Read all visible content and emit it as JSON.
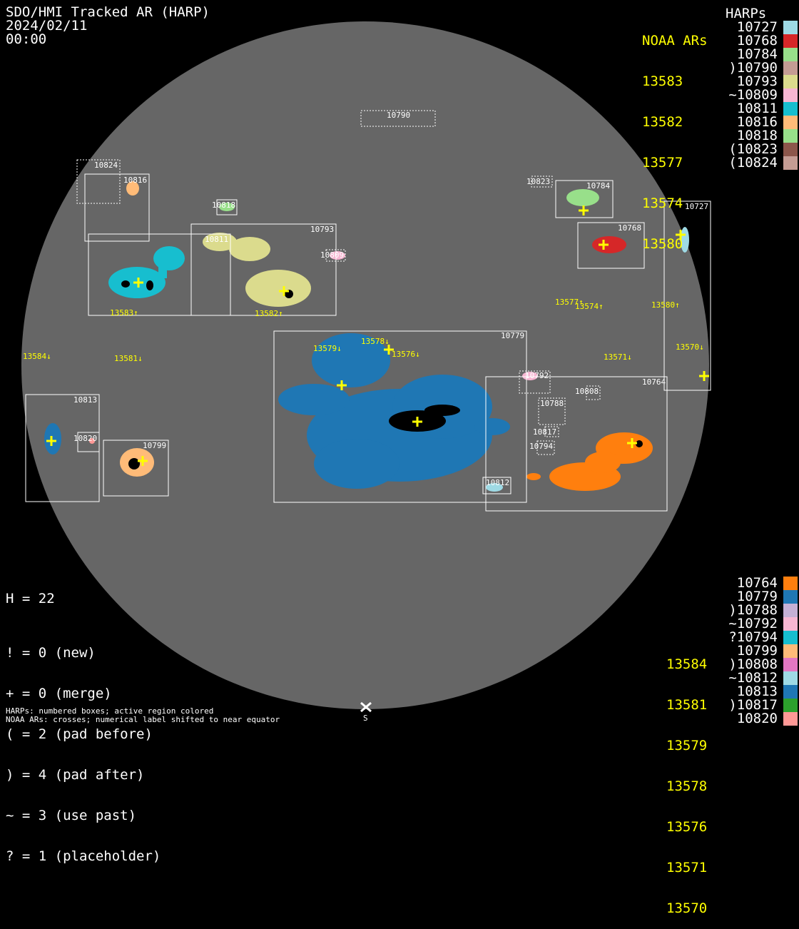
{
  "header": {
    "title": "SDO/HMI Tracked AR (HARP)",
    "date": "2024/02/11",
    "time": "00:00"
  },
  "top_legend": {
    "noaa_heading": "NOAA ARs",
    "harps_heading": "HARPs",
    "noaa": [
      "13583",
      "13582",
      "13577",
      "13574",
      "13580"
    ],
    "harps": [
      {
        "label": "10727",
        "color": "#9edae5"
      },
      {
        "label": "10768",
        "color": "#d62728"
      },
      {
        "label": "10784",
        "color": "#98df8a"
      },
      {
        "label": ")10790",
        "color": "#c49c94"
      },
      {
        "label": "10793",
        "color": "#dbdb8d"
      },
      {
        "label": "~10809",
        "color": "#f7b6d2"
      },
      {
        "label": "10811",
        "color": "#17becf"
      },
      {
        "label": "10816",
        "color": "#ffbb78"
      },
      {
        "label": "10818",
        "color": "#98df8a"
      },
      {
        "label": "(10823",
        "color": "#8c564b"
      },
      {
        "label": "(10824",
        "color": "#c49c94"
      }
    ]
  },
  "bottom_legend": {
    "noaa": [
      "13584",
      "13581",
      "13579",
      "13578",
      "13576",
      "13571",
      "13570"
    ],
    "harps": [
      {
        "label": "10764",
        "color": "#ff7f0e"
      },
      {
        "label": "10779",
        "color": "#1f77b4"
      },
      {
        "label": ")10788",
        "color": "#c5b0d5"
      },
      {
        "label": "~10792",
        "color": "#f7b6d2"
      },
      {
        "label": "?10794",
        "color": "#17becf"
      },
      {
        "label": "10799",
        "color": "#ffbb78"
      },
      {
        "label": ")10808",
        "color": "#e377c2"
      },
      {
        "label": "~10812",
        "color": "#9edae5"
      },
      {
        "label": "10813",
        "color": "#1f77b4"
      },
      {
        "label": ")10817",
        "color": "#2ca02c"
      },
      {
        "label": "10820",
        "color": "#ff9896"
      }
    ]
  },
  "stats": {
    "h": "H = 22",
    "lines": [
      "! = 0 (new)",
      "+ = 0 (merge)",
      "( = 2 (pad before)",
      ") = 4 (pad after)",
      "~ = 3 (use past)",
      "? = 1 (placeholder)"
    ]
  },
  "footnote": [
    "HARPs: numbered boxes; active region colored",
    "NOAA ARs: crosses; numerical label shifted to near equator"
  ],
  "disk": {
    "south_marker": "S",
    "box_labels": {
      "b10790": "10790",
      "b10824": "10824",
      "b10816": "10816",
      "b10818": "10818",
      "b10793": "10793",
      "b10811": "10811",
      "b10809": "10809",
      "b10823": "10823",
      "b10784": "10784",
      "b10768": "10768",
      "b10727": "10727",
      "b10779": "10779",
      "b10764": "10764",
      "b10792": "10792",
      "b10808": "10808",
      "b10788": "10788",
      "b10817": "10817",
      "b10794": "10794",
      "b10812": "10812",
      "b10813": "10813",
      "b10820": "10820",
      "b10799": "10799"
    },
    "noaa_labels": {
      "n13583": "13583↑",
      "n13582": "13582↑",
      "n13577": "13577↑",
      "n13574": "13574↑",
      "n13580": "13580↑",
      "n13584": "13584↓",
      "n13581": "13581↓",
      "n13579": "13579↓",
      "n13578": "13578↓",
      "n13576": "13576↓",
      "n13571": "13571↓",
      "n13570": "13570↓"
    }
  }
}
